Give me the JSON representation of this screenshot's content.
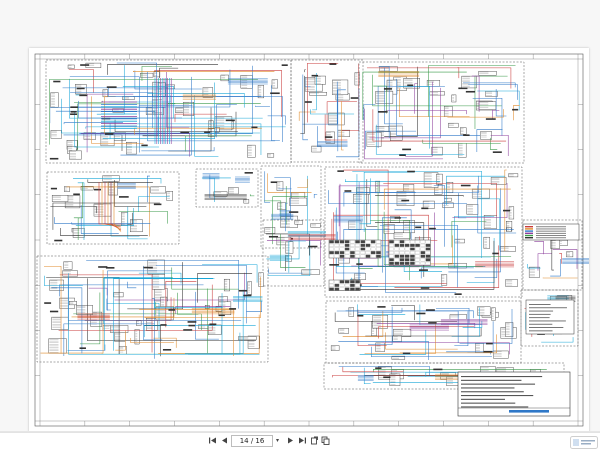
{
  "viewer": {
    "page_current": "14",
    "page_total": "16",
    "page_indicator": "14 / 16",
    "icons": [
      "first-page-icon",
      "prev-page-icon",
      "next-page-icon",
      "last-page-icon",
      "rotate-icon",
      "copy-icon"
    ]
  },
  "document": {
    "kind": "wiring-schematic",
    "line_colors": {
      "blue": "#2f78c8",
      "cyan": "#19a7d8",
      "purple": "#8c3f9c",
      "orange": "#e08a2a",
      "red": "#c93a3a",
      "green": "#3a9a4a",
      "black": "#333333"
    }
  }
}
